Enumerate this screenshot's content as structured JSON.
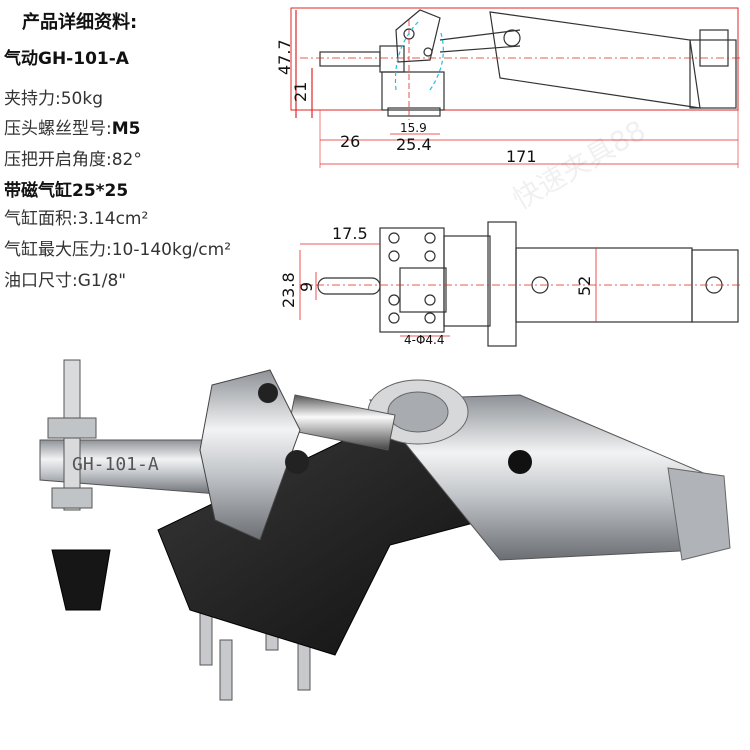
{
  "spec": {
    "title": "产品详细资料:",
    "model": "气动GH-101-A",
    "rows": [
      {
        "label": "夹持力:",
        "value": "50kg"
      },
      {
        "label": "压头螺丝型号:",
        "value": "M5"
      },
      {
        "label": "压把开启角度:",
        "value": "82°"
      }
    ],
    "cylinder_heading": "带磁气缸25*25",
    "cylinder_rows": [
      {
        "label": "气缸面积:",
        "value": "3.14cm²"
      },
      {
        "label": "气缸最大压力:",
        "value": "10-140kg/cm²"
      },
      {
        "label": "油口尺寸:",
        "value": "G1/8\""
      }
    ]
  },
  "side_view": {
    "dims": {
      "height_total": "47.7",
      "height_base": "21",
      "left_offset": "26",
      "slot": "15.9",
      "base_width": "25.4",
      "length": "171"
    }
  },
  "top_view": {
    "dims": {
      "bolt_offset": "17.5",
      "width_outer": "23.8",
      "slot": "9",
      "holes": "4-Φ4.4",
      "cylinder_width": "52"
    }
  },
  "product": {
    "engraving": "GH-101-A"
  },
  "watermark": "快速夹具88",
  "colors": {
    "line": "#333333",
    "red": "#e32626",
    "cyan": "#20c0e0",
    "black_metal": "#1b1b1b",
    "steel": "#c9ccd0"
  }
}
